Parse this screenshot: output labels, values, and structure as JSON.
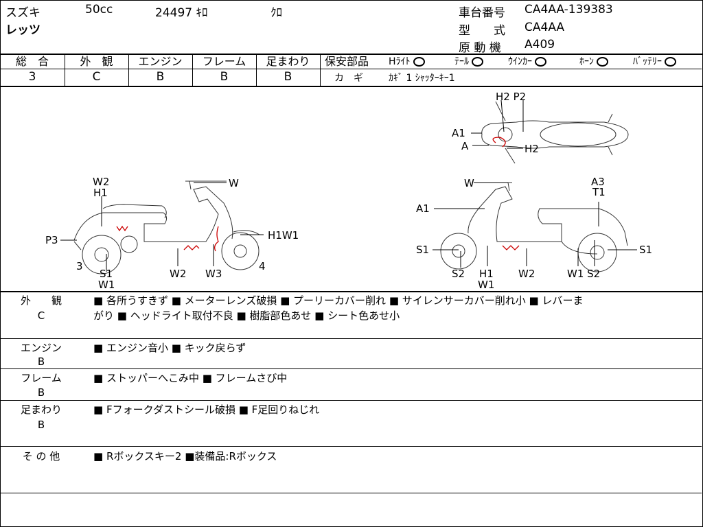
{
  "header": {
    "maker": "スズキ",
    "displacement": "50cc",
    "mileage": "24497 ｷﾛ",
    "color": "ｸﾛ",
    "model_name": "レッツ",
    "chassis_label": "車台番号",
    "chassis_value": "CA4AA-139383",
    "type_label": "型　　式",
    "type_value": "CA4AA",
    "engine_label": "原 動 機",
    "engine_value": "A409"
  },
  "grades": {
    "headers": [
      "総　合",
      "外　観",
      "エンジン",
      "フレーム",
      "足まわり"
    ],
    "values": [
      "3",
      "C",
      "B",
      "B",
      "B"
    ]
  },
  "safety": {
    "label": "保安部品",
    "items": [
      "Hﾗｲﾄ",
      "ﾃｰﾙ",
      "ｳｲﾝｶｰ",
      "ﾎｰﾝ",
      "ﾊﾞｯﾃﾘｰ"
    ],
    "key_label": "カ　ギ",
    "key_value": "ｶｷﾞ 1 ｼｬｯﾀｰｷｰ1"
  },
  "diagram": {
    "top": [
      "H2 P2",
      "A1",
      "A",
      "H2"
    ],
    "left": [
      "W2",
      "H1",
      "W",
      "P3",
      "H1W1",
      "3",
      "S1",
      "W1",
      "W2",
      "W3",
      "4"
    ],
    "right": [
      "W",
      "A3",
      "T1",
      "A1",
      "S1",
      "S2",
      "H1",
      "W1",
      "W2",
      "W1 S2",
      "S1"
    ]
  },
  "remarks": [
    {
      "label": "外　　観",
      "grade": "C",
      "lines": [
        "■ 各所うすきず ■ メーターレンズ破損 ■ プーリーカバー削れ ■ サイレンサーカバー削れ小 ■ レバーま",
        "がり ■ ヘッドライト取付不良 ■ 樹脂部色あせ ■ シート色あせ小"
      ]
    },
    {
      "label": "エンジン",
      "grade": "B",
      "lines": [
        "■ エンジン音小 ■ キック戻らず"
      ]
    },
    {
      "label": "フレーム",
      "grade": "B",
      "lines": [
        "■ ストッパーへこみ中 ■ フレームさび中"
      ]
    },
    {
      "label": "足まわり",
      "grade": "B",
      "lines": [
        "■ Fフォークダストシール破損 ■ F足回りねじれ"
      ]
    },
    {
      "label": "そ の 他",
      "grade": "",
      "lines": [
        "■ Rボックスキー2 ■装備品:Rボックス"
      ]
    }
  ]
}
